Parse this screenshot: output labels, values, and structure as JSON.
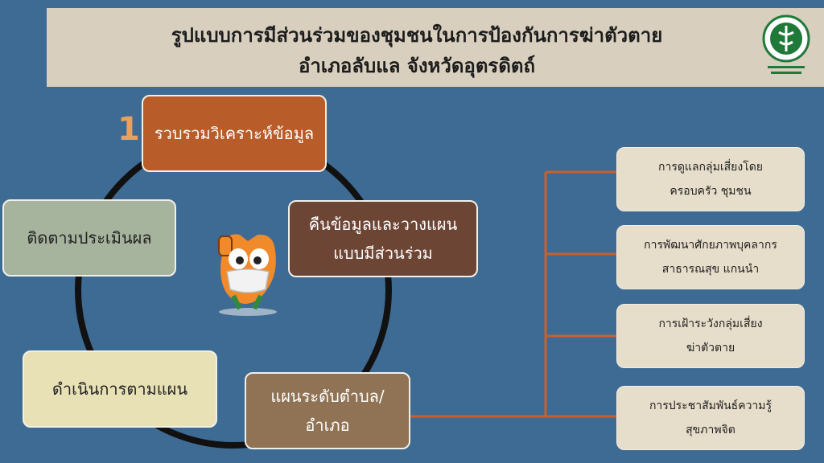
{
  "header": {
    "title_line1": "รูปแบบการมีส่วนร่วมของชุมชนในการป้องกันการฆ่าตัวตาย",
    "title_line2": "อำเภอลับแล จังหวัดอุตรดิตถ์"
  },
  "cycle": {
    "start_number": "1",
    "steps": [
      {
        "label": "รวบรวมวิเคราะห์ข้อมูล",
        "color": "#b85c2a"
      },
      {
        "label": "คืนข้อมูลและวางแผน\nแบบมีส่วนร่วม",
        "color": "#6d4535"
      },
      {
        "label": "แผนระดับตำบล/\nอำเภอ",
        "color": "#8f7354"
      },
      {
        "label": "ดำเนินการตามแผน",
        "color": "#e9e1b6"
      },
      {
        "label": "ติดตามประเมินผล",
        "color": "#a6b39d"
      }
    ]
  },
  "branches": [
    {
      "line1": "การดูแลกลุ่มเสี่ยงโดย",
      "line2": "ครอบครัว ชุมชน"
    },
    {
      "line1": "การพัฒนาศักยภาพบุคลากร",
      "line2": "สาธารณสุข แกนนำ"
    },
    {
      "line1": "การเฝ้าระวังกลุ่มเสี่ยง",
      "line2": "ฆ่าตัวตาย"
    },
    {
      "line1": "การประชาสัมพันธ์ความรู้",
      "line2": "สุขภาพจิต"
    }
  ],
  "colors": {
    "background": "#3e6b93",
    "connector": "#c8602e",
    "cycle_ring": "#111111"
  },
  "icons": [
    "ministry-logo-icon",
    "mascot-icon"
  ]
}
